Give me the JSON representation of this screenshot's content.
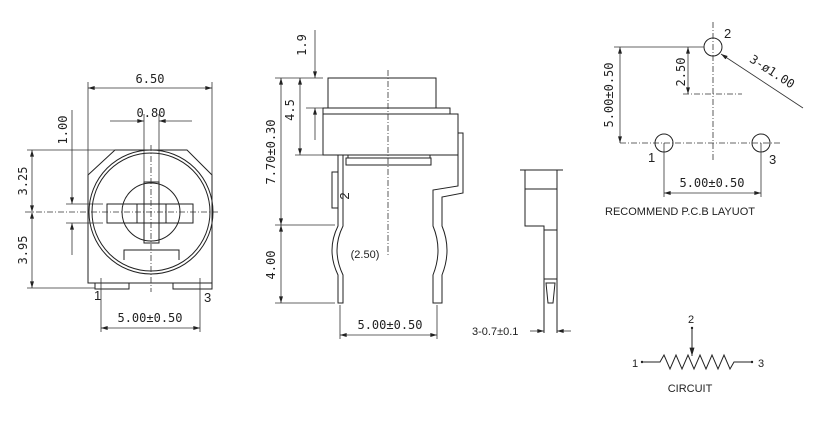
{
  "front_view": {
    "width": "6.50",
    "slot": "0.80",
    "depth": "1.00",
    "upper": "3.25",
    "lower": "3.95",
    "pitch": "5.00±0.50",
    "pin1": "1",
    "pin3": "3"
  },
  "side_view": {
    "knob": "1.9",
    "body": "4.5",
    "height": "7.70±0.30",
    "lead": "4.00",
    "offset": "(2.50)",
    "pin2": "2",
    "pitch": "5.00±0.50"
  },
  "pin_view": {
    "width": "3-0.7±0.1"
  },
  "pcb": {
    "vertical": "5.00±0.50",
    "half": "2.50",
    "holes": "3-ø1.00",
    "pitch": "5.00±0.50",
    "pin1": "1",
    "pin2": "2",
    "pin3": "3",
    "caption": "RECOMMEND P.C.B LAYUOT"
  },
  "circuit": {
    "pin1": "1",
    "pin2": "2",
    "pin3": "3",
    "caption": "CIRCUIT"
  }
}
